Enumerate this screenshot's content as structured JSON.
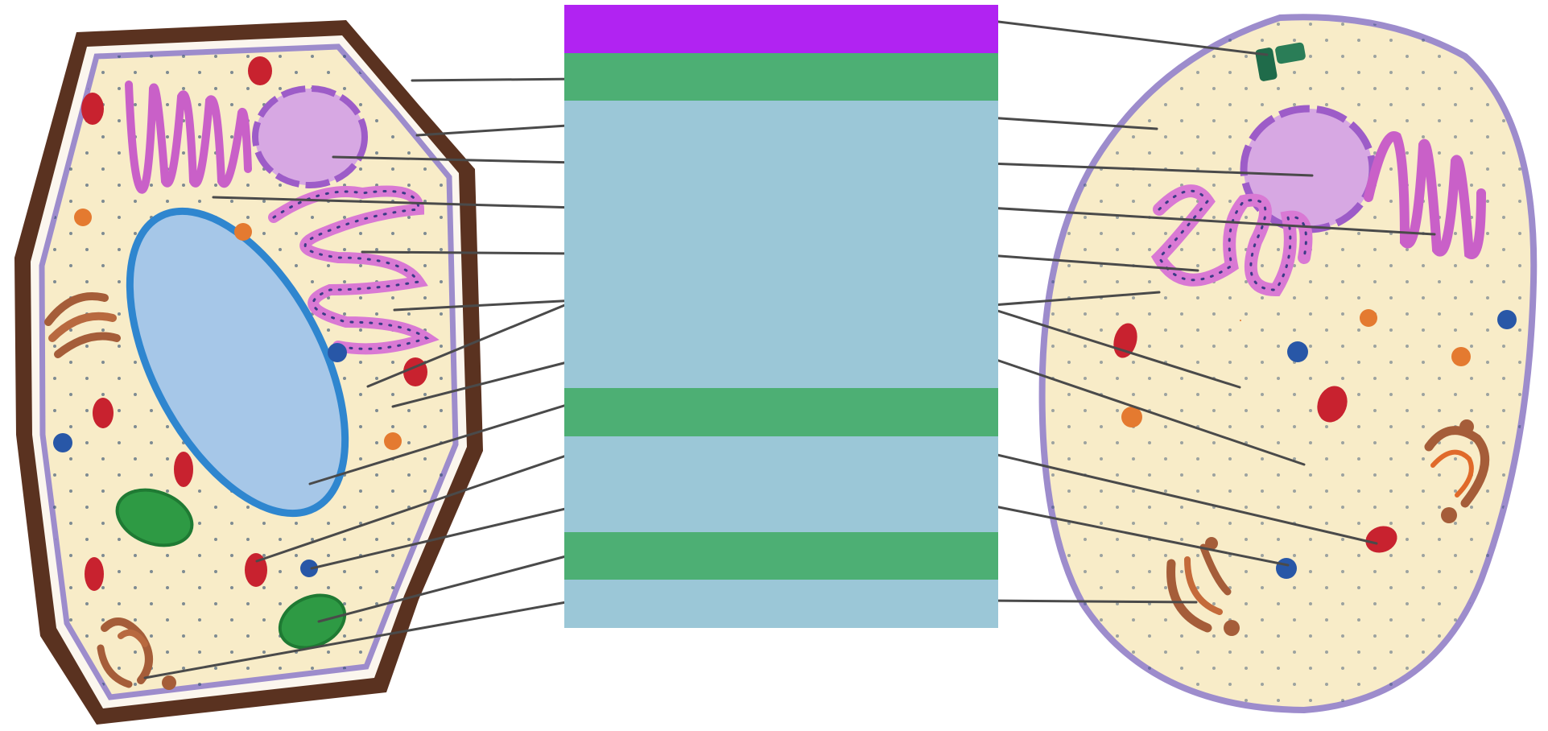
{
  "diagram": {
    "plant_cell_label": "",
    "animal_cell_label": "",
    "colors": {
      "header_purple": "#b123f2",
      "section_green": "#4daf74",
      "blank_blue": "#9bc7d7",
      "cell_wall": "#5a3220",
      "membrane": "#9d8ccc",
      "cytoplasm": "#f8ecc8",
      "nucleus": "#9dc2e6",
      "nucleus_border": "#2f86cf",
      "rough_er": "#d979d4",
      "golgi": "#a55d39",
      "chloroplast": "#2e9a44",
      "mitochondria": "#c8222f",
      "lysosome": "#2857a7",
      "vacuole_dots": "#e47a30",
      "leader_line": "#4a4a4a"
    },
    "rows": [
      {
        "kind": "header",
        "text": ""
      },
      {
        "kind": "section",
        "text": ""
      },
      {
        "kind": "blank",
        "text": ""
      },
      {
        "kind": "blank",
        "text": ""
      },
      {
        "kind": "blank",
        "text": ""
      },
      {
        "kind": "blank",
        "text": ""
      },
      {
        "kind": "blank",
        "text": ""
      },
      {
        "kind": "blank",
        "text": ""
      },
      {
        "kind": "section",
        "text": ""
      },
      {
        "kind": "blank",
        "text": ""
      },
      {
        "kind": "blank",
        "text": ""
      },
      {
        "kind": "section",
        "text": ""
      },
      {
        "kind": "blank",
        "text": ""
      }
    ]
  }
}
